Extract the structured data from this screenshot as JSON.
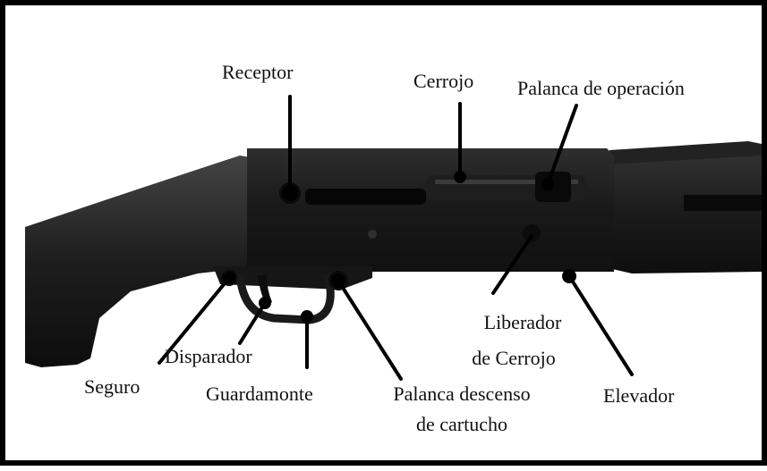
{
  "labels": {
    "receptor": "Receptor",
    "cerrojo": "Cerrojo",
    "palanca_operacion": "Palanca de operación",
    "liberador_line1": "Liberador",
    "liberador_line2": "de Cerrojo",
    "disparador": "Disparador",
    "seguro": "Seguro",
    "guardamonte": "Guardamonte",
    "palanca_descenso_line1": "Palanca descenso",
    "palanca_descenso_line2": "de cartucho",
    "elevador": "Elevador"
  },
  "colors": {
    "frame": "#000000",
    "background": "#ffffff",
    "gun_body": "#1c1c1c",
    "gun_dark": "#0b0b0b",
    "gun_highlight": "#3a3a3a",
    "leader": "#000000"
  }
}
